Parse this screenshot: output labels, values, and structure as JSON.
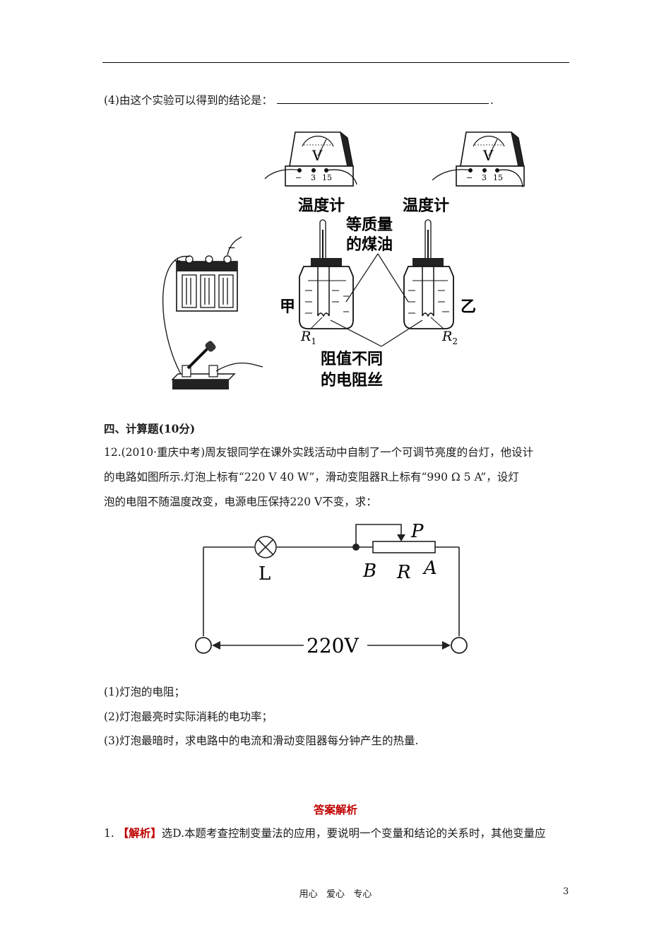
{
  "q4": {
    "text": "(4)由这个实验可以得到的结论是：",
    "end": "."
  },
  "figure1": {
    "meter_label": "V",
    "meter_terminals": [
      "−",
      "3",
      "15"
    ],
    "thermometer_label": "温度计",
    "oil_label_line1": "等质量",
    "oil_label_line2": "的煤油",
    "jar_left": "甲",
    "jar_right": "乙",
    "r1": "R",
    "r1_sub": "1",
    "r2": "R",
    "r2_sub": "2",
    "resistance_label_line1": "阻值不同",
    "resistance_label_line2": "的电阻丝",
    "battery_plus": "+",
    "battery_minus": "−"
  },
  "section4": {
    "title": "四、计算题(10分)"
  },
  "q12": {
    "line1": "12.(2010·重庆中考)周友银同学在课外实践活动中自制了一个可调节亮度的台灯，他设计",
    "line2": "的电路如图所示.灯泡上标有“220 V   40 W”，滑动变阻器R上标有“990 Ω   5 A”，设灯",
    "line3": "泡的电阻不随温度改变，电源电压保持220 V不变，求："
  },
  "circuit": {
    "lamp_label": "L",
    "slider_label": "P",
    "b_label": "B",
    "r_label": "R",
    "a_label": "A",
    "voltage_label": "220V"
  },
  "subquestions": [
    "(1)灯泡的电阻；",
    "(2)灯泡最亮时实际消耗的电功率；",
    "(3)灯泡最暗时，求电路中的电流和滑动变阻器每分钟产生的热量."
  ],
  "answer": {
    "heading": "答案解析",
    "num": "1.",
    "tag": "【解析】",
    "text": "选D.本题考查控制变量法的应用，要说明一个变量和结论的关系时，其他变量应"
  },
  "footer": {
    "motto": "用心   爱心   专心",
    "page": "3"
  }
}
